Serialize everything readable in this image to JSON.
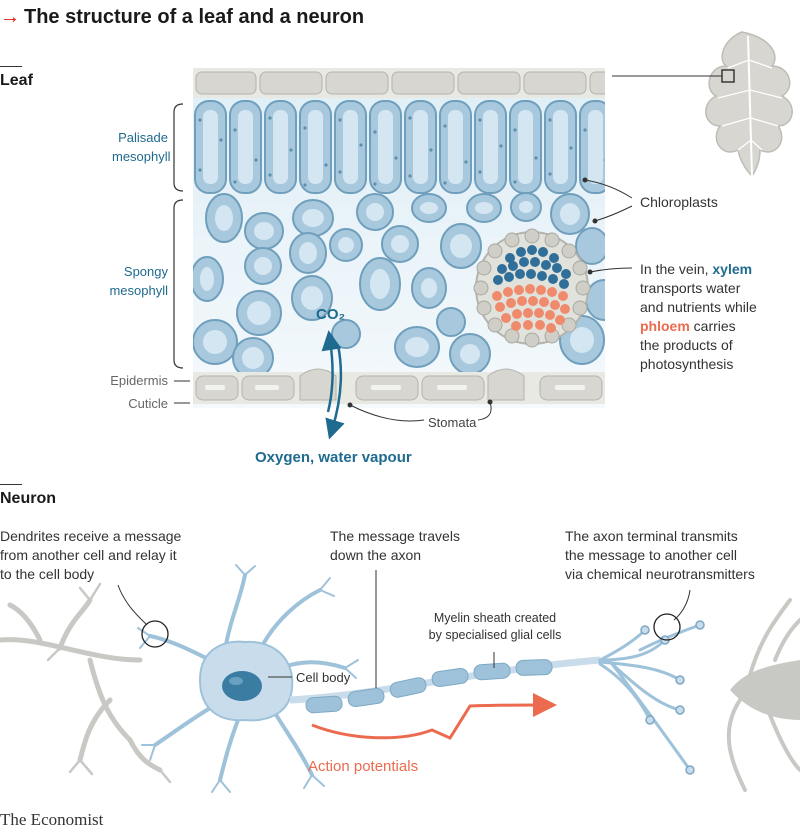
{
  "title": "The structure of a leaf and a neuron",
  "title_arrow": "→",
  "leaf": {
    "section_label": "Leaf",
    "palisade_line1": "Palisade",
    "palisade_line2": "mesophyll",
    "spongy_line1": "Spongy",
    "spongy_line2": "mesophyll",
    "epidermis": "Epidermis",
    "cuticle": "Cuticle",
    "co2": "CO₂",
    "oxygen": "Oxygen, water vapour",
    "stomata": "Stomata",
    "chloroplasts": "Chloroplasts",
    "vein_pre": "In the vein, ",
    "vein_xylem": "xylem",
    "vein_mid": "transports water",
    "vein_mid2": "and nutrients while",
    "vein_phloem": "phloem",
    "vein_carries": " carries",
    "vein_end1": "the products of",
    "vein_end2": "photosynthesis"
  },
  "neuron": {
    "section_label": "Neuron",
    "dendrites_1": "Dendrites receive a message",
    "dendrites_2": "from another cell and relay it",
    "dendrites_3": "to the cell body",
    "travel_1": "The message travels",
    "travel_2": "down the axon",
    "terminal_1": "The axon terminal transmits",
    "terminal_2": "the message to another cell",
    "terminal_3": "via chemical neurotransmitters",
    "myelin_1": "Myelin sheath created",
    "myelin_2": "by specialised glial cells",
    "cell_body": "Cell body",
    "action": "Action potentials"
  },
  "colors": {
    "accent_red": "#e3120b",
    "xylem_blue": "#2f6f9a",
    "phloem_orange": "#f08a6c",
    "cell_fill": "#a8c9dd",
    "cell_border": "#6f9fbc",
    "neuron_fill": "#c9dceb",
    "grey_neuron": "#c8c8c4"
  },
  "footer": "The Economist"
}
